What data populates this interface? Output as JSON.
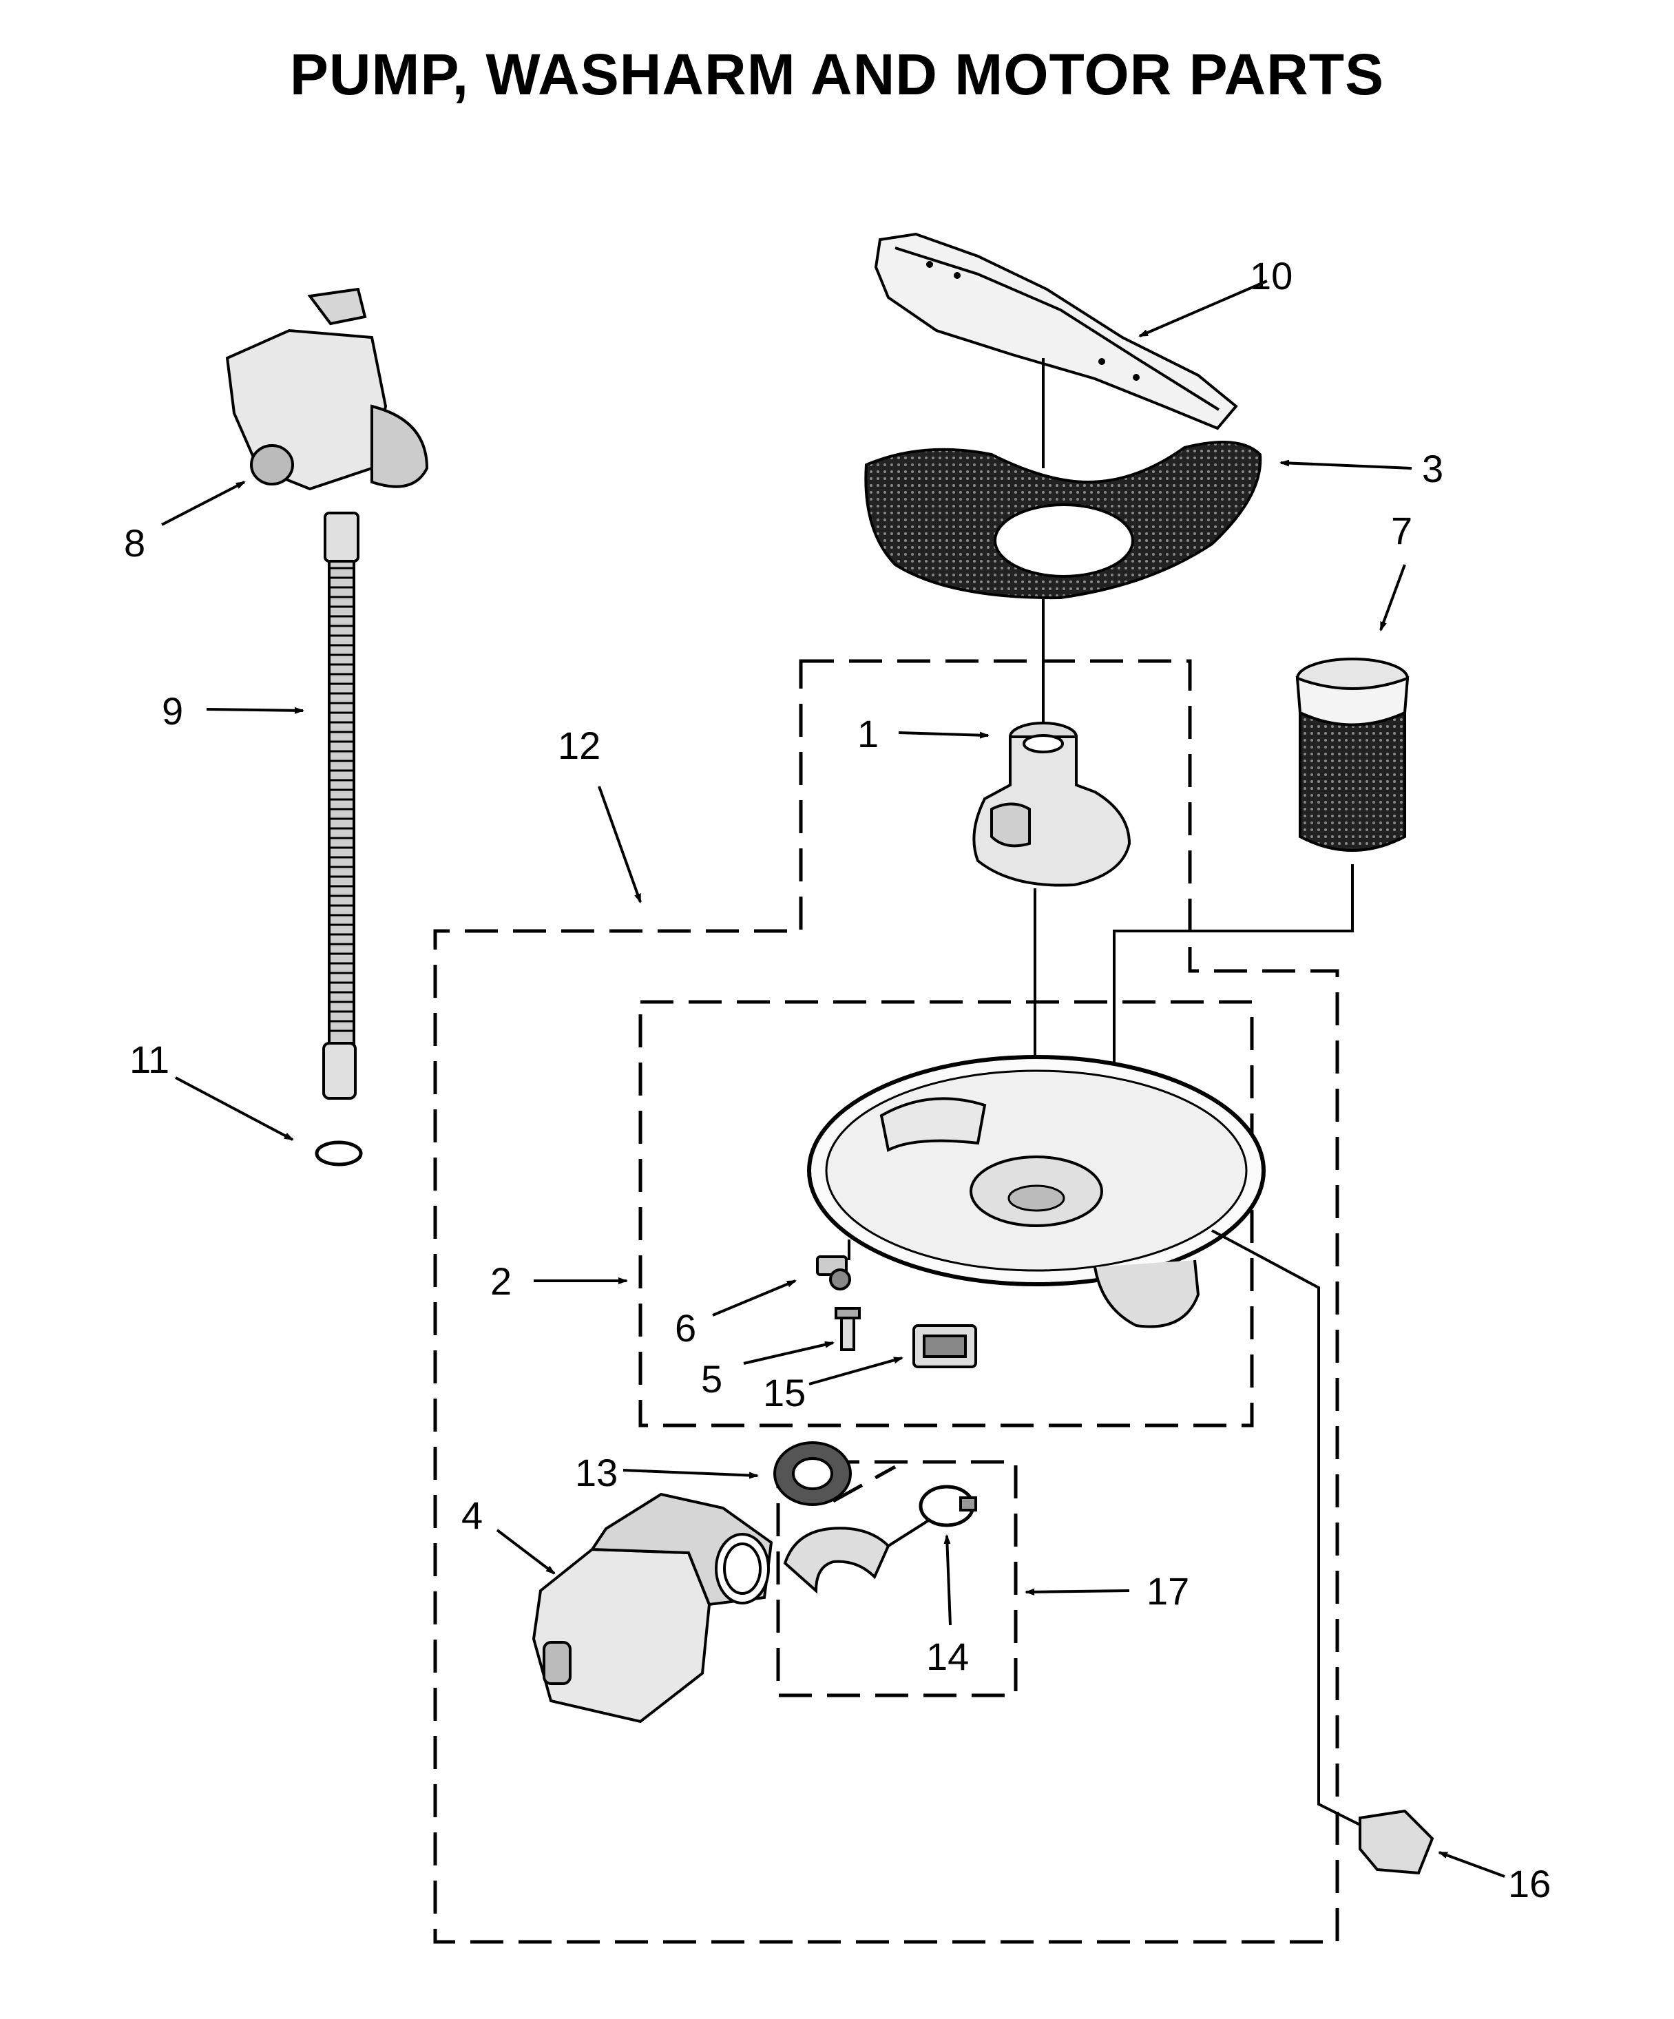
{
  "title": "PUMP, WASHARM AND MOTOR PARTS",
  "callouts": [
    "1",
    "2",
    "3",
    "4",
    "5",
    "6",
    "7",
    "8",
    "9",
    "10",
    "11",
    "12",
    "13",
    "14",
    "15",
    "16",
    "17"
  ],
  "parts": [
    {
      "callout": "1",
      "icon": "pump-housing-icon"
    },
    {
      "callout": "2",
      "icon": "sump-assembly-icon"
    },
    {
      "callout": "3",
      "icon": "filter-screen-icon"
    },
    {
      "callout": "4",
      "icon": "circulation-pump-motor-icon"
    },
    {
      "callout": "5",
      "icon": "screw-icon"
    },
    {
      "callout": "6",
      "icon": "sensor-bracket-icon"
    },
    {
      "callout": "7",
      "icon": "fine-filter-cup-icon"
    },
    {
      "callout": "8",
      "icon": "drain-pump-icon"
    },
    {
      "callout": "9",
      "icon": "drain-hose-icon"
    },
    {
      "callout": "10",
      "icon": "lower-washarm-icon"
    },
    {
      "callout": "11",
      "icon": "hose-clamp-icon"
    },
    {
      "callout": "12",
      "icon": "assembly-group-outline"
    },
    {
      "callout": "13",
      "icon": "seal-ring-icon"
    },
    {
      "callout": "14",
      "icon": "hose-clamp-icon"
    },
    {
      "callout": "15",
      "icon": "connector-icon"
    },
    {
      "callout": "16",
      "icon": "thermistor-icon"
    },
    {
      "callout": "17",
      "icon": "hose-kit-outline"
    }
  ]
}
